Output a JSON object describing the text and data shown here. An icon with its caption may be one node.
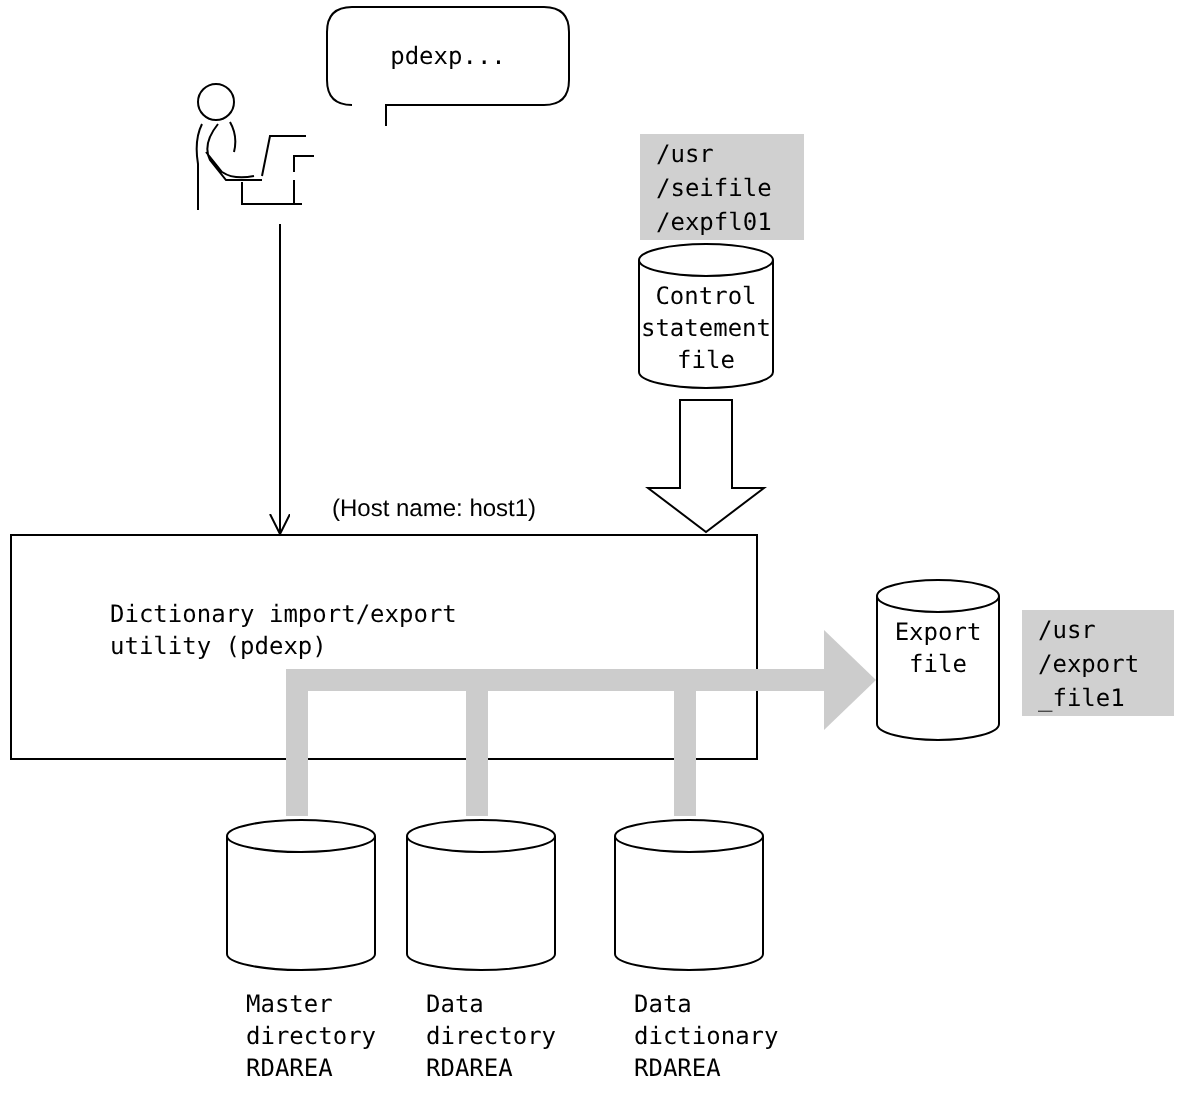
{
  "diagram": {
    "nodes": [
      {
        "text": [],
        "shape": "person"
      },
      {
        "text": [
          "pdexp..."
        ]
      },
      {
        "text": [
          "Control statement file"
        ],
        "beside": [
          "/usr /seifile /expfl01"
        ]
      },
      {
        "text": [
          "Dictionary import/export utility (pdexp)"
        ],
        "beside": [
          "(Host name: host1)"
        ]
      },
      {
        "text": [
          "Export file"
        ],
        "beside": [
          "/usr /export _file1"
        ]
      },
      {
        "text": [
          "Master directory RDAREA"
        ]
      },
      {
        "text": [
          "Data directory RDAREA"
        ]
      },
      {
        "text": [
          "Data dictionary RDAREA"
        ]
      }
    ],
    "edges": [
      {
        "from": 0,
        "to": 3,
        "arrow": "to",
        "color": "#000000"
      },
      {
        "from": 2,
        "to": 3,
        "arrow": "to",
        "style": "thick",
        "color": "#000000"
      },
      {
        "from": 5,
        "to": 3,
        "arrow": "none",
        "color": "#cccccc"
      },
      {
        "from": 6,
        "to": 3,
        "arrow": "none",
        "color": "#cccccc"
      },
      {
        "from": 7,
        "to": 3,
        "arrow": "none",
        "color": "#cccccc"
      },
      {
        "from": 3,
        "to": 4,
        "arrow": "to",
        "color": "#cccccc"
      }
    ]
  }
}
